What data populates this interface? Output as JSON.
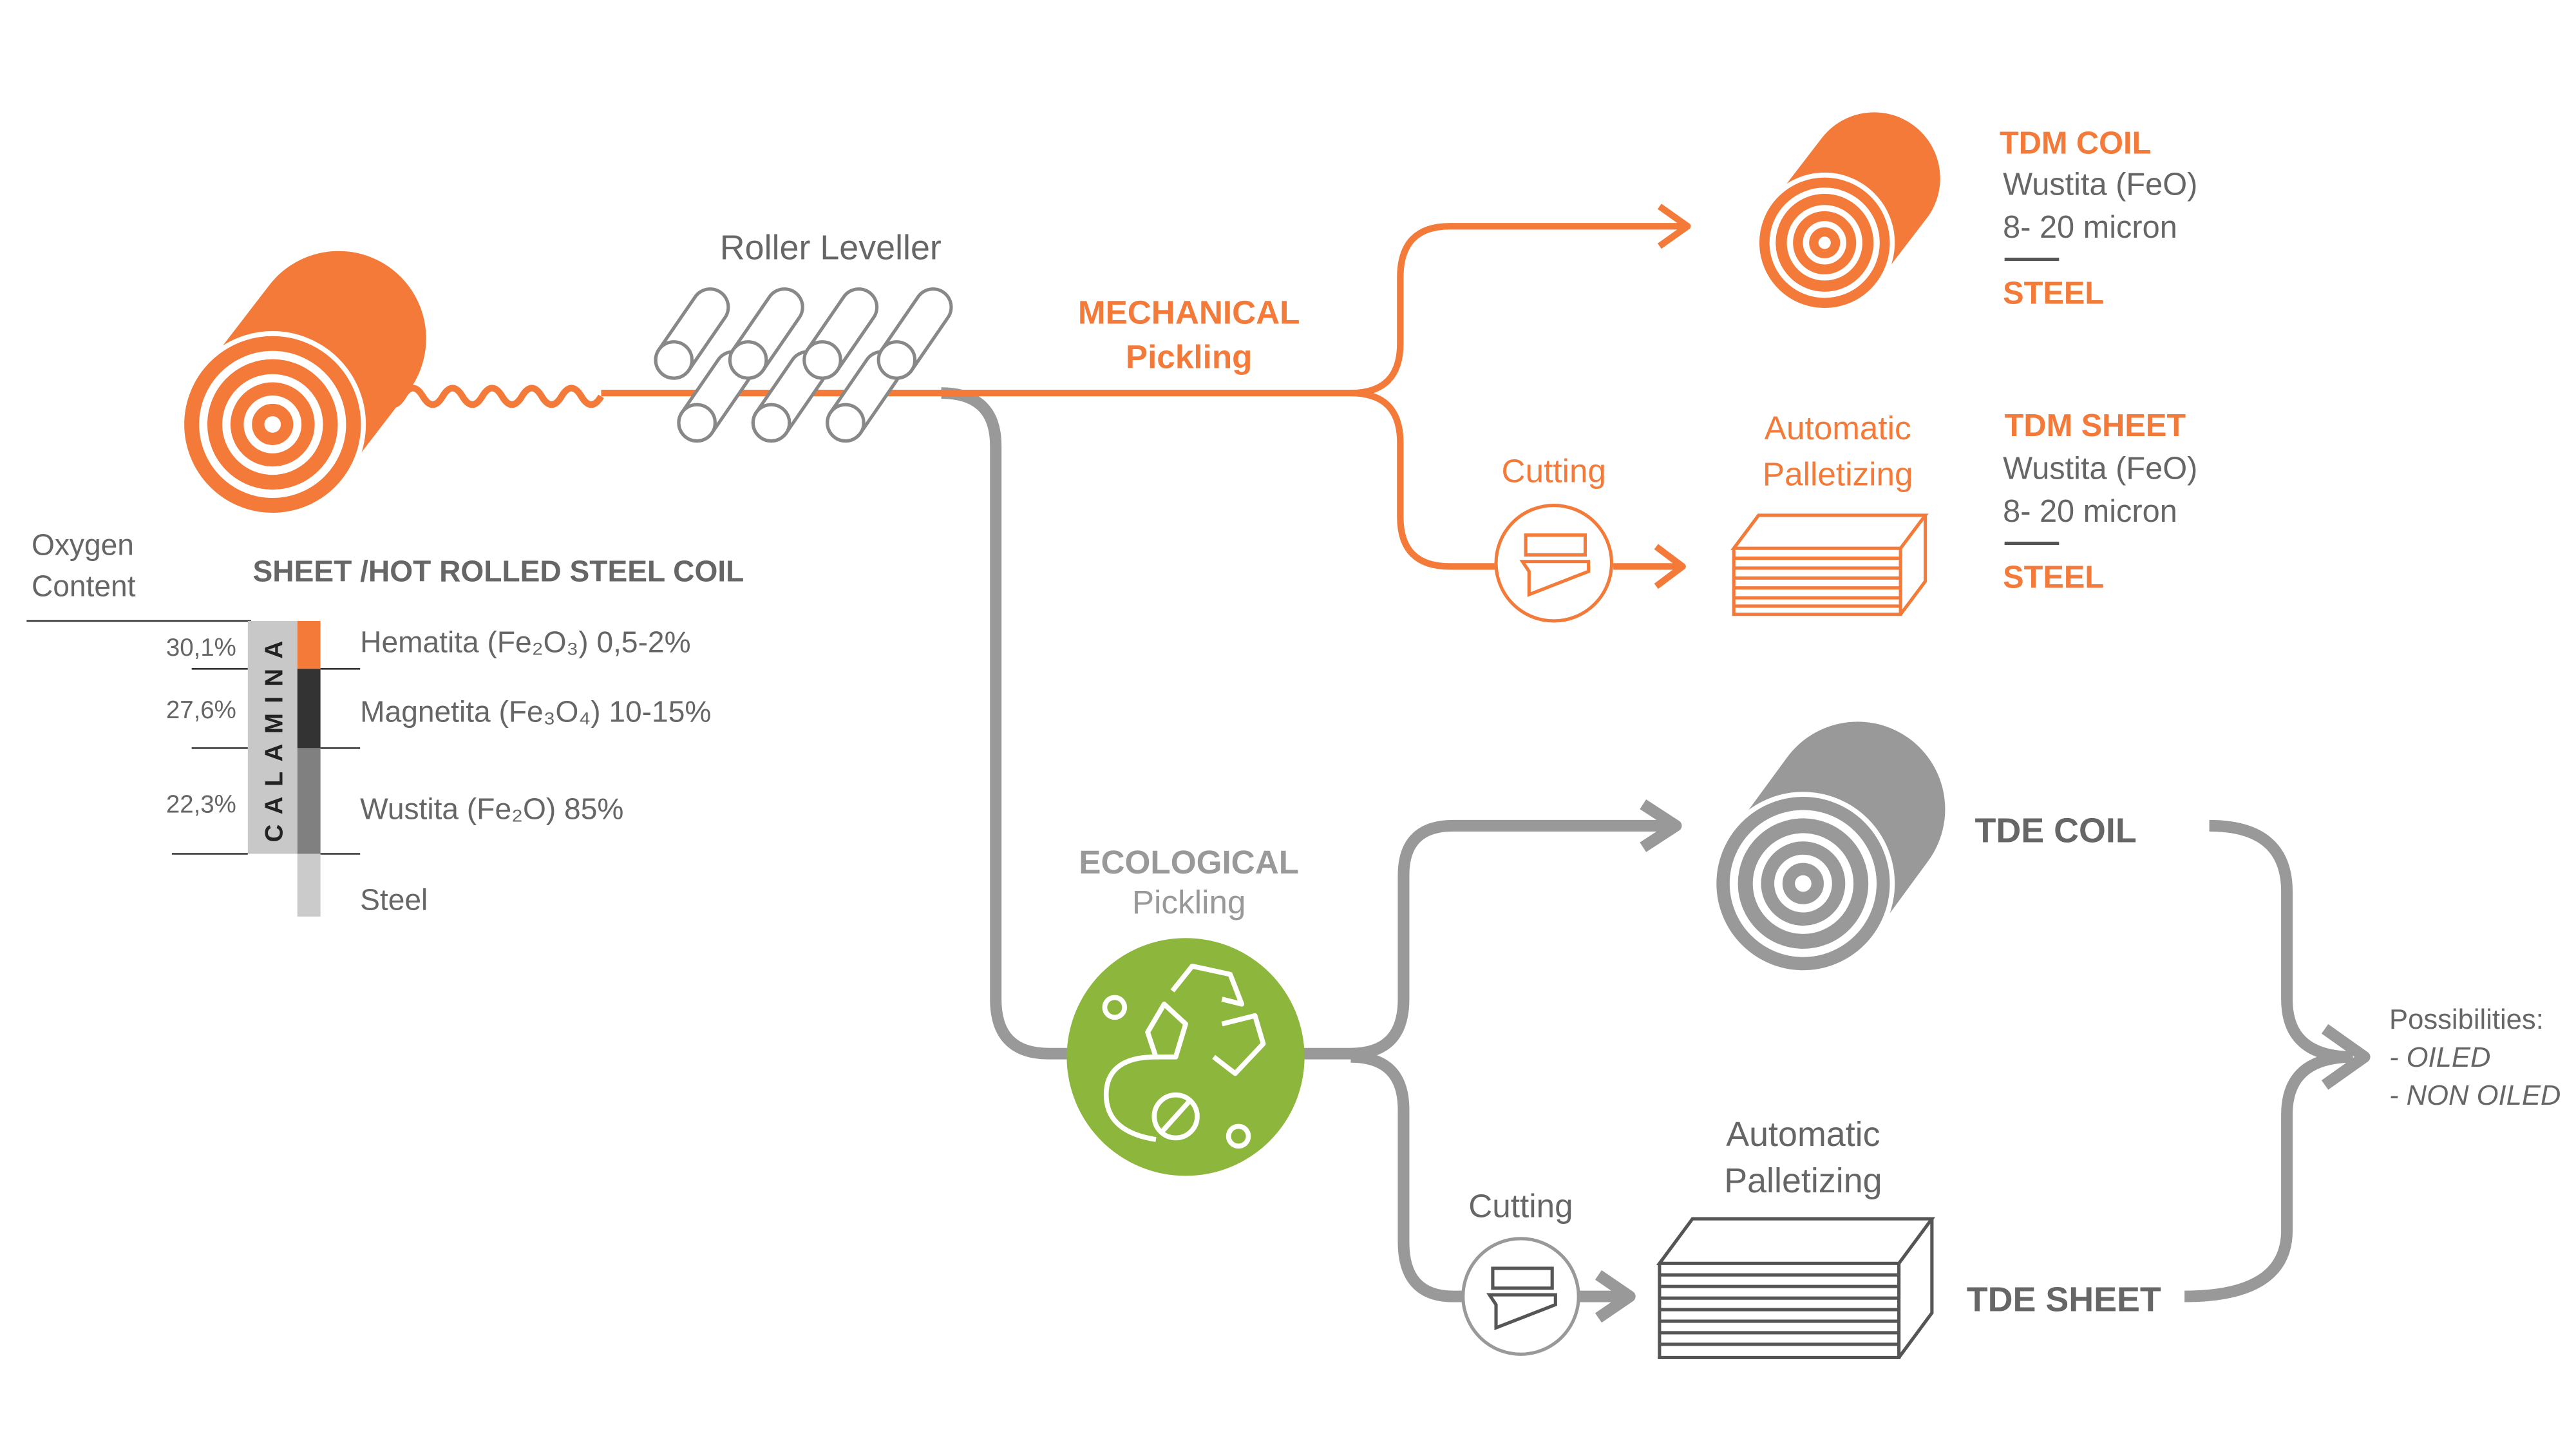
{
  "colors": {
    "orange": "#F47A3A",
    "gray": "#999999",
    "green": "#8DB63C",
    "text": "#666666",
    "dark": "#333333"
  },
  "input": {
    "roller_leveller": "Roller Leveller",
    "coil_title": "SHEET /HOT ROLLED STEEL COIL",
    "oxygen_label_1": "Oxygen",
    "oxygen_label_2": "Content",
    "calamina": "CALAMINA",
    "layers": [
      {
        "oxygen": "30,1%",
        "name": "Hematita (Fe₂O₃) 0,5-2%"
      },
      {
        "oxygen": "27,6%",
        "name": "Magnetita (Fe₃O₄) 10-15%"
      },
      {
        "oxygen": "22,3%",
        "name": "Wustita (Fe₂O) 85%"
      },
      {
        "oxygen": "",
        "name": "Steel"
      }
    ]
  },
  "mechanical": {
    "title_1": "MECHANICAL",
    "title_2": "Pickling",
    "cutting": "Cutting",
    "palletizing_1": "Automatic",
    "palletizing_2": "Palletizing",
    "coil": {
      "title": "TDM COIL",
      "line1": "Wustita (FeO)",
      "line2": "8- 20 micron",
      "line3": "STEEL"
    },
    "sheet": {
      "title": "TDM SHEET",
      "line1": "Wustita (FeO)",
      "line2": "8- 20 micron",
      "line3": "STEEL"
    }
  },
  "ecological": {
    "title_1": "ECOLOGICAL",
    "title_2": "Pickling",
    "cutting": "Cutting",
    "palletizing_1": "Automatic",
    "palletizing_2": "Palletizing",
    "coil": "TDE COIL",
    "sheet": "TDE SHEET"
  },
  "possibilities": {
    "title": "Possibilities:",
    "items": [
      "- OILED",
      "- NON OILED"
    ]
  }
}
